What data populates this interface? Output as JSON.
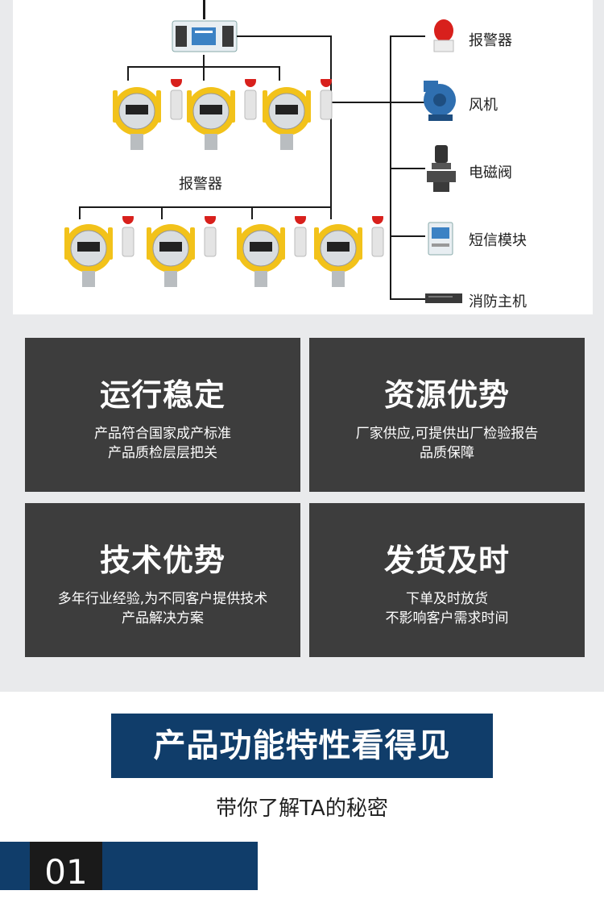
{
  "diagram": {
    "alarm_label_center": "报警器",
    "outputs": [
      {
        "label": "报警器",
        "icon": "alarm-light-icon"
      },
      {
        "label": "风机",
        "icon": "fan-icon"
      },
      {
        "label": "电磁阀",
        "icon": "solenoid-valve-icon"
      },
      {
        "label": "短信模块",
        "icon": "sms-module-icon"
      },
      {
        "label": "消防主机",
        "icon": "fire-host-icon"
      }
    ]
  },
  "cards": [
    {
      "title": "运行稳定",
      "line1": "产品符合国家成产标准",
      "line2": "产品质检层层把关"
    },
    {
      "title": "资源优势",
      "line1": "厂家供应,可提供出厂检验报告",
      "line2": "品质保障"
    },
    {
      "title": "技术优势",
      "line1": "多年行业经验,为不同客户提供技术",
      "line2": "产品解决方案"
    },
    {
      "title": "发货及时",
      "line1": "下单及时放货",
      "line2": "不影响客户需求时间"
    }
  ],
  "section": {
    "banner_title": "产品功能特性看得见",
    "subtitle": "带你了解TA的秘密",
    "number": "01"
  },
  "colors": {
    "banner": "#103d6a",
    "card": "#3d3d3d",
    "detector_yellow": "#f2c21a",
    "alarm_red": "#d8201c"
  }
}
